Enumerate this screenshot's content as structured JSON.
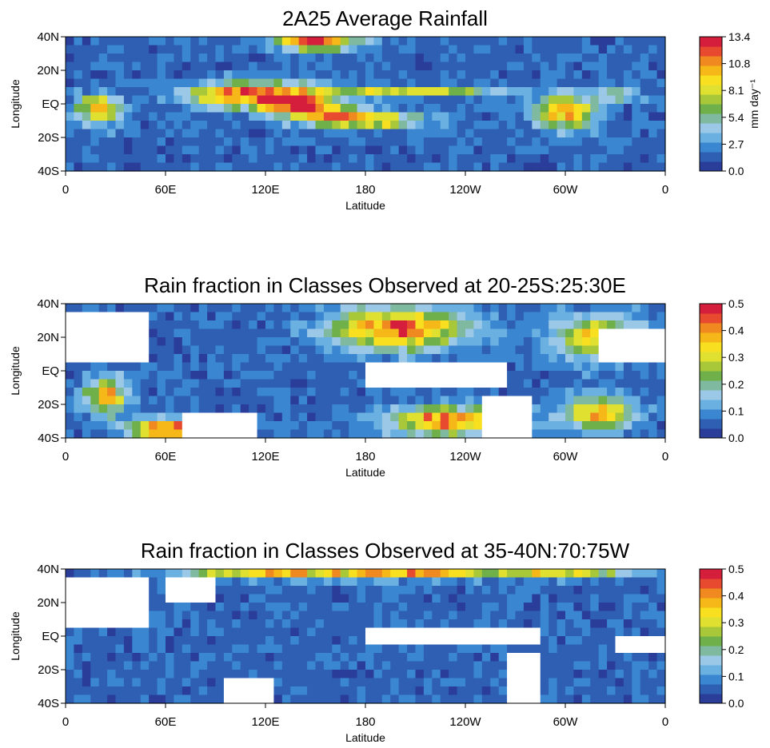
{
  "chart_data": [
    {
      "type": "heatmap",
      "title": "2A25 Average Rainfall",
      "xlabel": "Latitude",
      "ylabel": "Longitude",
      "x_tick_labels": [
        "0",
        "60E",
        "120E",
        "180",
        "120W",
        "60W",
        "0"
      ],
      "y_tick_labels": [
        "40N",
        "20N",
        "EQ",
        "20S",
        "40S"
      ],
      "colorbar": {
        "label": "mm day⁻¹",
        "tick_labels": [
          "13.4",
          "10.8",
          "8.1",
          "5.4",
          "2.7",
          "0.0"
        ],
        "range": [
          0.0,
          13.4
        ]
      },
      "grid_resolution_deg": 5,
      "white_regions": [],
      "hotspots": [
        {
          "lon": 150,
          "lat": 37,
          "v": 12,
          "rx": 22,
          "ry": 5
        },
        {
          "lon": 120,
          "lat": 5,
          "v": 8,
          "rx": 30,
          "ry": 8
        },
        {
          "lon": 140,
          "lat": 0,
          "v": 9,
          "rx": 20,
          "ry": 6
        },
        {
          "lon": 160,
          "lat": -7,
          "v": 8,
          "rx": 25,
          "ry": 6
        },
        {
          "lon": 190,
          "lat": -10,
          "v": 7,
          "rx": 25,
          "ry": 4
        },
        {
          "lon": 200,
          "lat": 7,
          "v": 7,
          "rx": 55,
          "ry": 3
        },
        {
          "lon": 20,
          "lat": -3,
          "v": 9,
          "rx": 12,
          "ry": 8
        },
        {
          "lon": 300,
          "lat": -5,
          "v": 9,
          "rx": 18,
          "ry": 10
        },
        {
          "lon": 330,
          "lat": 5,
          "v": 6,
          "rx": 15,
          "ry": 3
        },
        {
          "lon": 90,
          "lat": 5,
          "v": 6,
          "rx": 20,
          "ry": 6
        }
      ]
    },
    {
      "type": "heatmap",
      "title": "Rain fraction in Classes Observed  at 20-25S:25:30E",
      "xlabel": "Latitude",
      "ylabel": "Longitude",
      "x_tick_labels": [
        "0",
        "60E",
        "120E",
        "180",
        "120W",
        "60W",
        "0"
      ],
      "y_tick_labels": [
        "40N",
        "20N",
        "EQ",
        "20S",
        "40S"
      ],
      "colorbar": {
        "label": "",
        "tick_labels": [
          "0.5",
          "0.4",
          "0.3",
          "0.2",
          "0.1",
          "0.0"
        ],
        "range": [
          0.0,
          0.5
        ]
      },
      "grid_resolution_deg": 5,
      "white_regions": [
        {
          "lon0": 180,
          "lon1": 265,
          "lat0": -10,
          "lat1": 5
        },
        {
          "lon0": 0,
          "lon1": 50,
          "lat0": 5,
          "lat1": 35
        },
        {
          "lon0": 70,
          "lon1": 115,
          "lat0": -40,
          "lat1": -25
        },
        {
          "lon0": 320,
          "lon1": 360,
          "lat0": 5,
          "lat1": 25
        },
        {
          "lon0": 250,
          "lon1": 280,
          "lat0": -40,
          "lat1": -15
        }
      ],
      "hotspots": [
        {
          "lon": 200,
          "lat": 25,
          "v": 0.38,
          "rx": 40,
          "ry": 12
        },
        {
          "lon": 230,
          "lat": -30,
          "v": 0.38,
          "rx": 35,
          "ry": 8
        },
        {
          "lon": 60,
          "lat": -35,
          "v": 0.42,
          "rx": 20,
          "ry": 6
        },
        {
          "lon": 25,
          "lat": -15,
          "v": 0.33,
          "rx": 12,
          "ry": 10
        },
        {
          "lon": 320,
          "lat": 20,
          "v": 0.32,
          "rx": 25,
          "ry": 12
        },
        {
          "lon": 320,
          "lat": -25,
          "v": 0.32,
          "rx": 20,
          "ry": 10
        }
      ]
    },
    {
      "type": "heatmap",
      "title": "Rain fraction in Classes Observed  at 35-40N:70:75W",
      "xlabel": "Latitude",
      "ylabel": "Longitude",
      "x_tick_labels": [
        "0",
        "60E",
        "120E",
        "180",
        "120W",
        "60W",
        "0"
      ],
      "y_tick_labels": [
        "40N",
        "20N",
        "EQ",
        "20S",
        "40S"
      ],
      "colorbar": {
        "label": "",
        "tick_labels": [
          "0.5",
          "0.4",
          "0.3",
          "0.2",
          "0.1",
          "0.0"
        ],
        "range": [
          0.0,
          0.5
        ]
      },
      "grid_resolution_deg": 5,
      "white_regions": [
        {
          "lon0": 0,
          "lon1": 50,
          "lat0": 5,
          "lat1": 35
        },
        {
          "lon0": 180,
          "lon1": 285,
          "lat0": -5,
          "lat1": 5
        },
        {
          "lon0": 95,
          "lon1": 125,
          "lat0": -40,
          "lat1": -25
        },
        {
          "lon0": 60,
          "lon1": 90,
          "lat0": 20,
          "lat1": 35
        },
        {
          "lon0": 265,
          "lon1": 285,
          "lat0": -40,
          "lat1": -10
        },
        {
          "lon0": 330,
          "lon1": 360,
          "lat0": -10,
          "lat1": 0
        }
      ],
      "hotspots": [
        {
          "lon": 120,
          "lat": 37,
          "v": 0.3,
          "rx": 50,
          "ry": 3
        },
        {
          "lon": 210,
          "lat": 37,
          "v": 0.32,
          "rx": 50,
          "ry": 3
        },
        {
          "lon": 300,
          "lat": 37,
          "v": 0.25,
          "rx": 40,
          "ry": 3
        }
      ]
    }
  ]
}
